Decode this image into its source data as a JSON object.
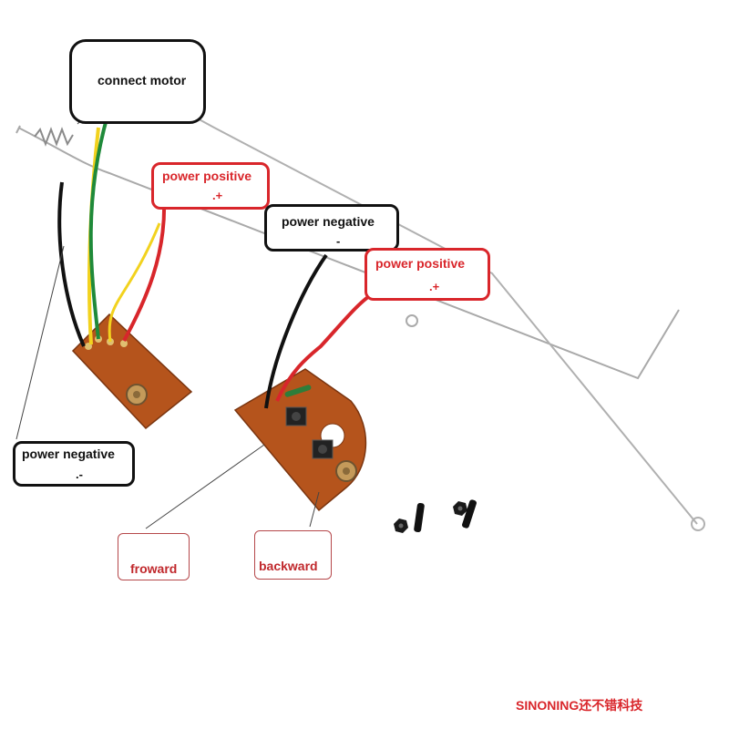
{
  "labels": {
    "connect_motor": "connect motor",
    "power_positive_left": "power positive",
    "power_positive_left_sign": ".+",
    "power_negative_top": "power negative",
    "power_negative_top_sign": "-",
    "power_positive_right": "power positive",
    "power_positive_right_sign": ".+",
    "power_negative_left": "power negative",
    "power_negative_left_sign": ".-",
    "forward": "froward",
    "backward": "backward"
  },
  "watermark": "SINONING还不错科技",
  "colors": {
    "callout_black": "#111111",
    "callout_red": "#d9262b",
    "pcb": "#b5541c",
    "wire_red": "#d8262b",
    "wire_green": "#1f8a3a",
    "wire_yellow": "#f2d21e",
    "wire_black": "#111111",
    "antenna": "#a8a8a8"
  }
}
